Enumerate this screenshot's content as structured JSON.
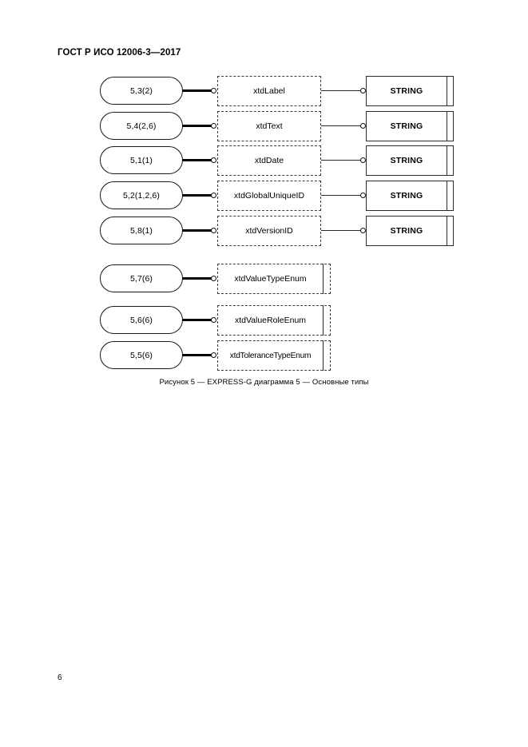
{
  "document": {
    "header": "ГОСТ Р ИСО 12006-3—2017",
    "page_number": "6"
  },
  "figure": {
    "caption": "Рисунок 5 — EXPRESS-G диаграмма 5 — Основные типы",
    "base_type_label": "STRING",
    "rows": [
      {
        "ref": "5,3(2)",
        "type": "xtdLabel",
        "base": "STRING"
      },
      {
        "ref": "5,4(2,6)",
        "type": "xtdText",
        "base": "STRING"
      },
      {
        "ref": "5,1(1)",
        "type": "xtdDate",
        "base": "STRING"
      },
      {
        "ref": "5,2(1,2,6)",
        "type": "xtdGlobalUniqueID",
        "base": "STRING"
      },
      {
        "ref": "5,8(1)",
        "type": "xtdVersionID",
        "base": "STRING"
      }
    ],
    "enum_rows": [
      {
        "ref": "5,7(6)",
        "type": "xtdValueTypeEnum"
      },
      {
        "ref": "5,6(6)",
        "type": "xtdValueRoleEnum"
      },
      {
        "ref": "5,5(6)",
        "type": "xtdToleranceTypeEnum"
      }
    ]
  }
}
